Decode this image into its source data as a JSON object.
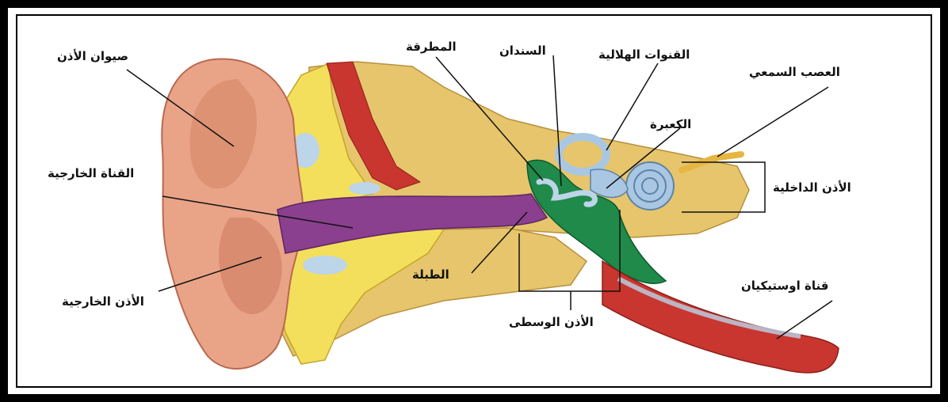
{
  "labels": {
    "pinna": "صيوان الأذن",
    "ear_canal": "القناة الخارجية",
    "outer_ear": "الأذن الخارجية",
    "eardrum": "الطبلة",
    "malleus": "المطرقة",
    "incus": "السندان",
    "semicircular_canals": "القنوات الهلالية",
    "auditory_nerve": "العصب السمعي",
    "stapes": "الكعبرة",
    "inner_ear": "الأذن الداخلية",
    "middle_ear": "الأذن الوسطى",
    "eustachian_tube": "قناة اوستيكيان"
  },
  "colors": {
    "skin": "#e9a487",
    "skin_dark": "#c77560",
    "cartilage": "#f3df5b",
    "bone": "#e6c56c",
    "canal": "#8a3f8f",
    "middle_ear": "#1f8a4a",
    "inner_ear": "#a9c7e3",
    "muscle": "#c8362f"
  }
}
